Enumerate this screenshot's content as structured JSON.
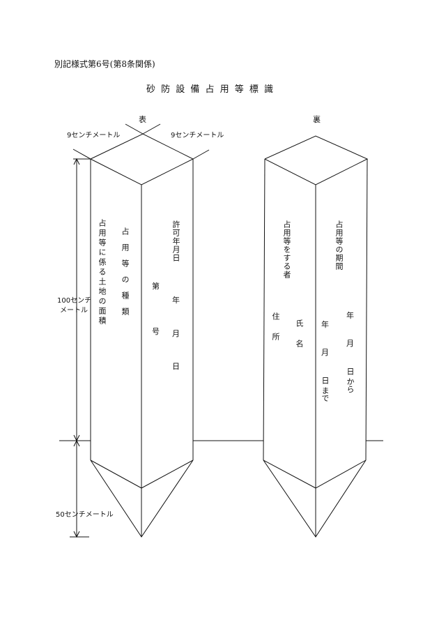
{
  "header": {
    "form_number": "別記様式第6号(第8条関係)",
    "title": "砂 防 設 備 占 用 等 標 識"
  },
  "front": {
    "label": "表",
    "width_left": "9センチメートル",
    "width_right": "9センチメートル",
    "height_above": "100センチ",
    "height_above_2": "メートル",
    "height_below": "50センチメートル",
    "area": "占用等に係る土地の面積",
    "type": "占用等の種類",
    "number_prefix": "第",
    "number_suffix": "号",
    "permit_date": "許可年月日",
    "year": "年",
    "month": "月",
    "day": "日"
  },
  "back": {
    "label": "裏",
    "occupant": "占用等をする者",
    "address": "住所",
    "name": "氏名",
    "period": "占用等の期間",
    "from_year": "年",
    "from_month": "月",
    "from_day": "日 から",
    "to_year": "年",
    "to_month": "月",
    "to_day": "日 まで"
  }
}
